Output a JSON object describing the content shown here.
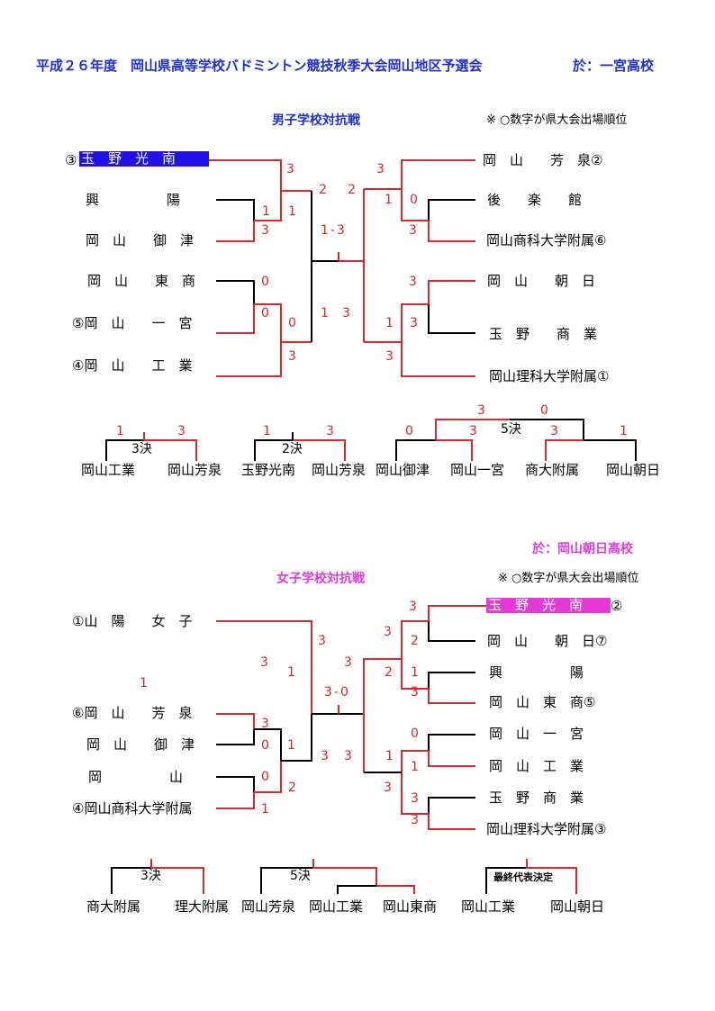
{
  "header": {
    "title": "平成２６年度　岡山県高等学校バドミントン競技秋季大会岡山地区予選会",
    "venue_boys": "於：一宮高校",
    "venue_girls": "於：岡山朝日高校"
  },
  "boys": {
    "title": "男子学校対抗戦",
    "note": "※ ○数字が県大会出場順位",
    "left_teams": [
      "③",
      "玉　野　光　南",
      "興　　　　　陽",
      "岡　山　　御　津",
      "岡　山　　東　商",
      "⑤岡　山　　一　宮",
      "④岡　山　　工　業"
    ],
    "right_teams": [
      "岡　山　　芳　泉②",
      "後　　楽　　館",
      "岡山商科大学附属⑥",
      "岡　山　　朝　日",
      "玉　野　　商　業",
      "岡山理科大学附属①"
    ],
    "scores": [
      "3",
      "3",
      "2",
      "2",
      "1",
      "1",
      "1",
      "0",
      "3",
      "1-3",
      "3",
      "0",
      "3",
      "0",
      "1",
      "3",
      "1",
      "0",
      "3",
      "3",
      "3"
    ],
    "placement": {
      "third": {
        "label": "3決",
        "a": "岡山工業",
        "b": "岡山芳泉",
        "sa": "1",
        "sb": "3"
      },
      "second": {
        "label": "2決",
        "a": "玉野光南",
        "b": "岡山芳泉",
        "sa": "1",
        "sb": "3"
      },
      "fifth": {
        "label": "5決",
        "teams": [
          "岡山御津",
          "岡山一宮",
          "商大附属",
          "岡山朝日"
        ],
        "scores": [
          "3",
          "0",
          "0",
          "3",
          "3",
          "1"
        ]
      }
    }
  },
  "girls": {
    "title": "女子学校対抗戦",
    "note": "※ ○数字が県大会出場順位",
    "left_teams": [
      "①山　陽　　女　子",
      "⑥岡　山　　芳　泉",
      "岡　山　　御　津",
      "岡　　　　　山",
      "④岡山商科大学附属"
    ],
    "right_teams": [
      "玉　野　光　南",
      "②",
      "岡　山　　朝　日⑦",
      "興　　　　　陽",
      "岡　山　東　商⑤",
      "岡　山　一　宮",
      "岡　山　工　業",
      "玉　野　商　業",
      "岡山理科大学附属③"
    ],
    "scores": [
      "3",
      "1",
      "3",
      "1",
      "3",
      "3",
      "3-0",
      "3",
      "2",
      "2",
      "1",
      "3",
      "3",
      "0",
      "1",
      "0",
      "3",
      "3",
      "1",
      "1",
      "0",
      "2",
      "3",
      "3",
      "1",
      "3"
    ],
    "placement": {
      "third": {
        "label": "3決",
        "a": "商大附属",
        "b": "理大附属"
      },
      "fifth": {
        "label": "5決",
        "teams": [
          "岡山芳泉",
          "岡山工業",
          "岡山東商"
        ]
      },
      "final_rep": {
        "label": "最終代表決定",
        "a": "岡山工業",
        "b": "岡山朝日"
      }
    }
  }
}
